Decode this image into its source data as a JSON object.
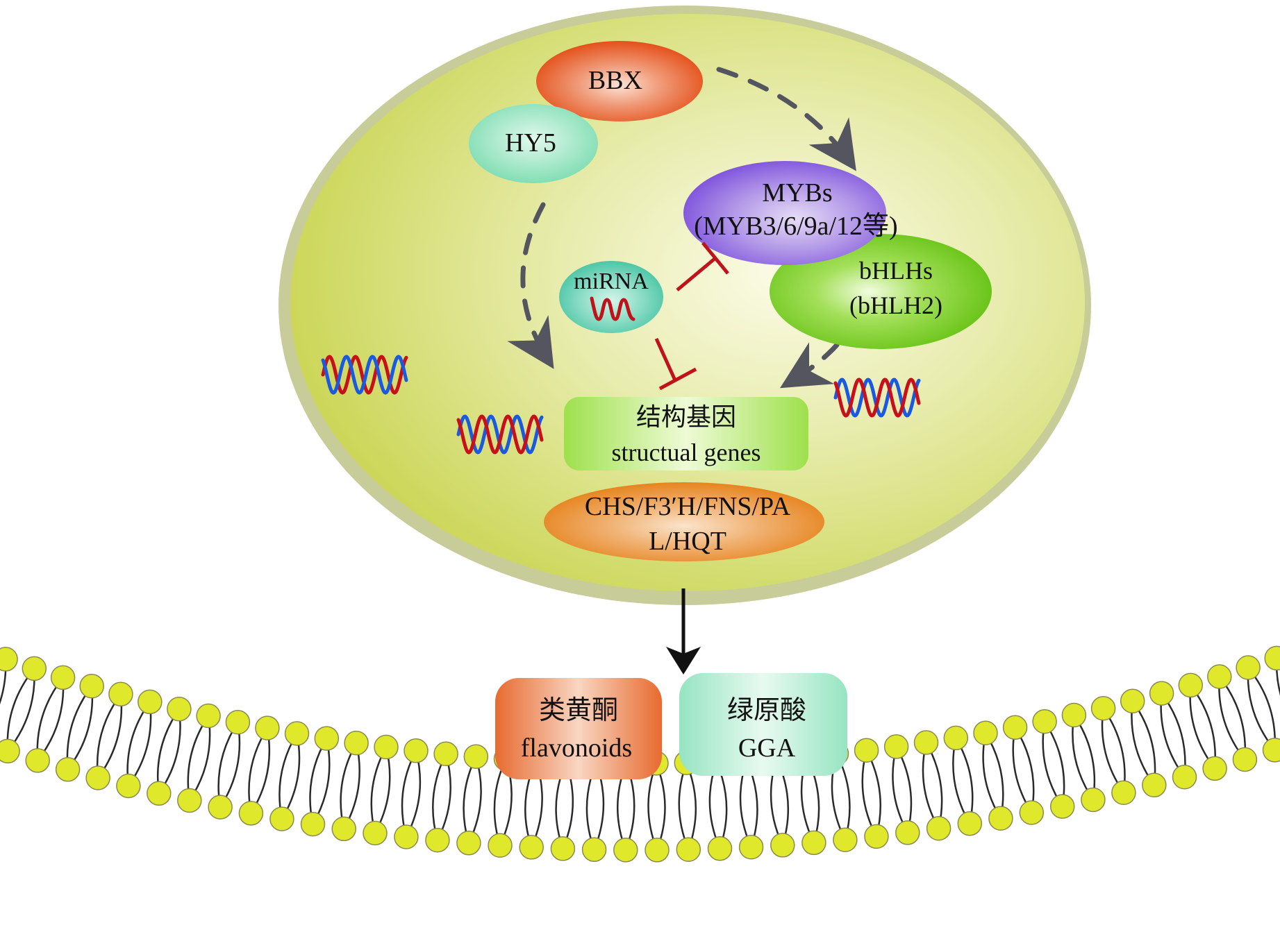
{
  "diagram": {
    "title": "",
    "nodes": {
      "bbx": {
        "label": "BBX",
        "color": "#e5501c"
      },
      "hy5": {
        "label": "HY5",
        "color": "#86e0b8"
      },
      "mybs": {
        "line1": "MYBs",
        "line2": "(MYB3/6/9a/12等)",
        "color": "#8a5fe0"
      },
      "bhlhs": {
        "line1": "bHLHs",
        "line2": "(bHLH2)",
        "color": "#6cc414"
      },
      "mirna": {
        "label": "miRNA",
        "color": "#5ccfae"
      },
      "structural_genes": {
        "line1": "结构基因",
        "line2": "structual genes",
        "color": "#9fe04a"
      },
      "enzymes": {
        "line1": "CHS/F3′H/FNS/PA",
        "line2": "L/HQT",
        "color": "#e88a2a"
      },
      "flavonoids": {
        "line1": "类黄酮",
        "line2": "flavonoids",
        "color": "#e86a30"
      },
      "gga": {
        "line1": "绿原酸",
        "line2": "GGA",
        "color": "#9ee8c8"
      }
    },
    "edges": [
      {
        "from": "BBX",
        "to": "MYBs",
        "type": "activation-dashed"
      },
      {
        "from": "HY5",
        "to": "structural genes",
        "type": "activation-dashed"
      },
      {
        "from": "bHLHs",
        "to": "structural genes",
        "type": "activation-dashed"
      },
      {
        "from": "miRNA",
        "to": "MYBs",
        "type": "inhibition"
      },
      {
        "from": "miRNA",
        "to": "structural genes",
        "type": "inhibition"
      },
      {
        "from": "cell",
        "to": "products",
        "type": "activation-solid"
      }
    ],
    "colors": {
      "cell_fill": "#d2dc6a",
      "cell_rim": "#c8cc98",
      "arrow_gray": "#555560",
      "inhibit_red": "#c0121a",
      "dna_red": "#c8101a",
      "dna_blue": "#1a5ae0",
      "lipid_head": "#dfe82a"
    }
  }
}
